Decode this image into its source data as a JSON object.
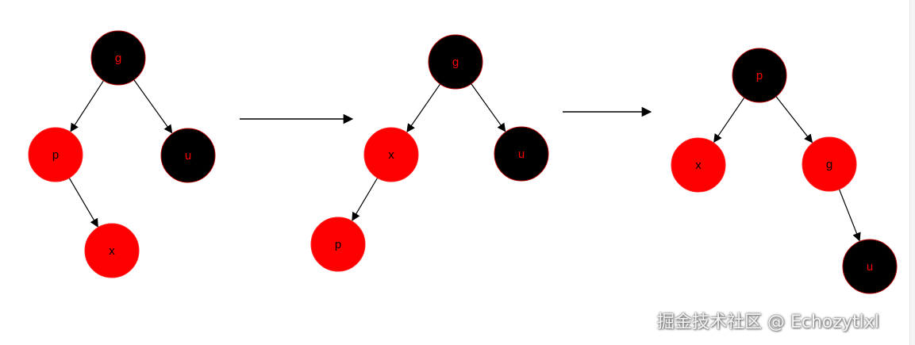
{
  "colors": {
    "red": "#ff0000",
    "black": "#000000",
    "edge": "#000000"
  },
  "trees": [
    {
      "nodes": [
        {
          "id": "g",
          "label": "g",
          "fill": "black",
          "text": "red"
        },
        {
          "id": "p",
          "label": "p",
          "fill": "red",
          "text": "black"
        },
        {
          "id": "u",
          "label": "u",
          "fill": "black",
          "text": "red"
        },
        {
          "id": "x",
          "label": "x",
          "fill": "red",
          "text": "black"
        }
      ],
      "edges": [
        [
          "g",
          "p"
        ],
        [
          "g",
          "u"
        ],
        [
          "p",
          "x"
        ]
      ]
    },
    {
      "nodes": [
        {
          "id": "g",
          "label": "g",
          "fill": "black",
          "text": "red"
        },
        {
          "id": "x",
          "label": "x",
          "fill": "red",
          "text": "black"
        },
        {
          "id": "u",
          "label": "u",
          "fill": "black",
          "text": "red"
        },
        {
          "id": "p",
          "label": "p",
          "fill": "red",
          "text": "black"
        }
      ],
      "edges": [
        [
          "g",
          "x"
        ],
        [
          "g",
          "u"
        ],
        [
          "x",
          "p"
        ]
      ]
    },
    {
      "nodes": [
        {
          "id": "p",
          "label": "p",
          "fill": "black",
          "text": "red"
        },
        {
          "id": "x",
          "label": "x",
          "fill": "red",
          "text": "black"
        },
        {
          "id": "g",
          "label": "g",
          "fill": "red",
          "text": "black"
        },
        {
          "id": "u",
          "label": "u",
          "fill": "black",
          "text": "red"
        }
      ],
      "edges": [
        [
          "p",
          "x"
        ],
        [
          "p",
          "g"
        ],
        [
          "g",
          "u"
        ]
      ]
    }
  ],
  "transitions": 2,
  "watermark": "掘金技术社区 @ Echozytlxl"
}
